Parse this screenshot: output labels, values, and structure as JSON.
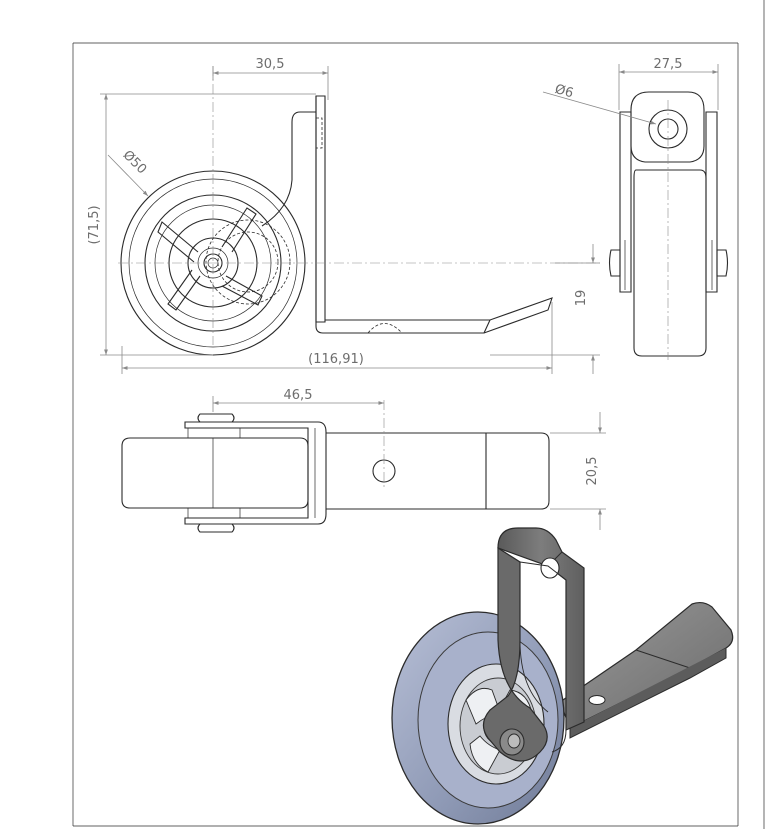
{
  "drawing": {
    "dimensions": {
      "top_width": "30,5",
      "height_ref": "(71,5)",
      "wheel_dia": "Ø50",
      "overall_length": "(116,91)",
      "pedal_height": "19",
      "side_width": "27,5",
      "hole_dia": "Ø6",
      "hole_offset": "46,5",
      "plate_width": "20,5"
    },
    "colors": {
      "line": "#2b2b2b",
      "dimension": "#8a8a8a",
      "wheel_tread": "#8e99b5",
      "wheel_tread_light": "#b7bfd6",
      "metal": "#707070",
      "metal_dark": "#4a4a4a",
      "metal_light": "#9a9a9a",
      "hub": "#c9ccd2"
    }
  }
}
